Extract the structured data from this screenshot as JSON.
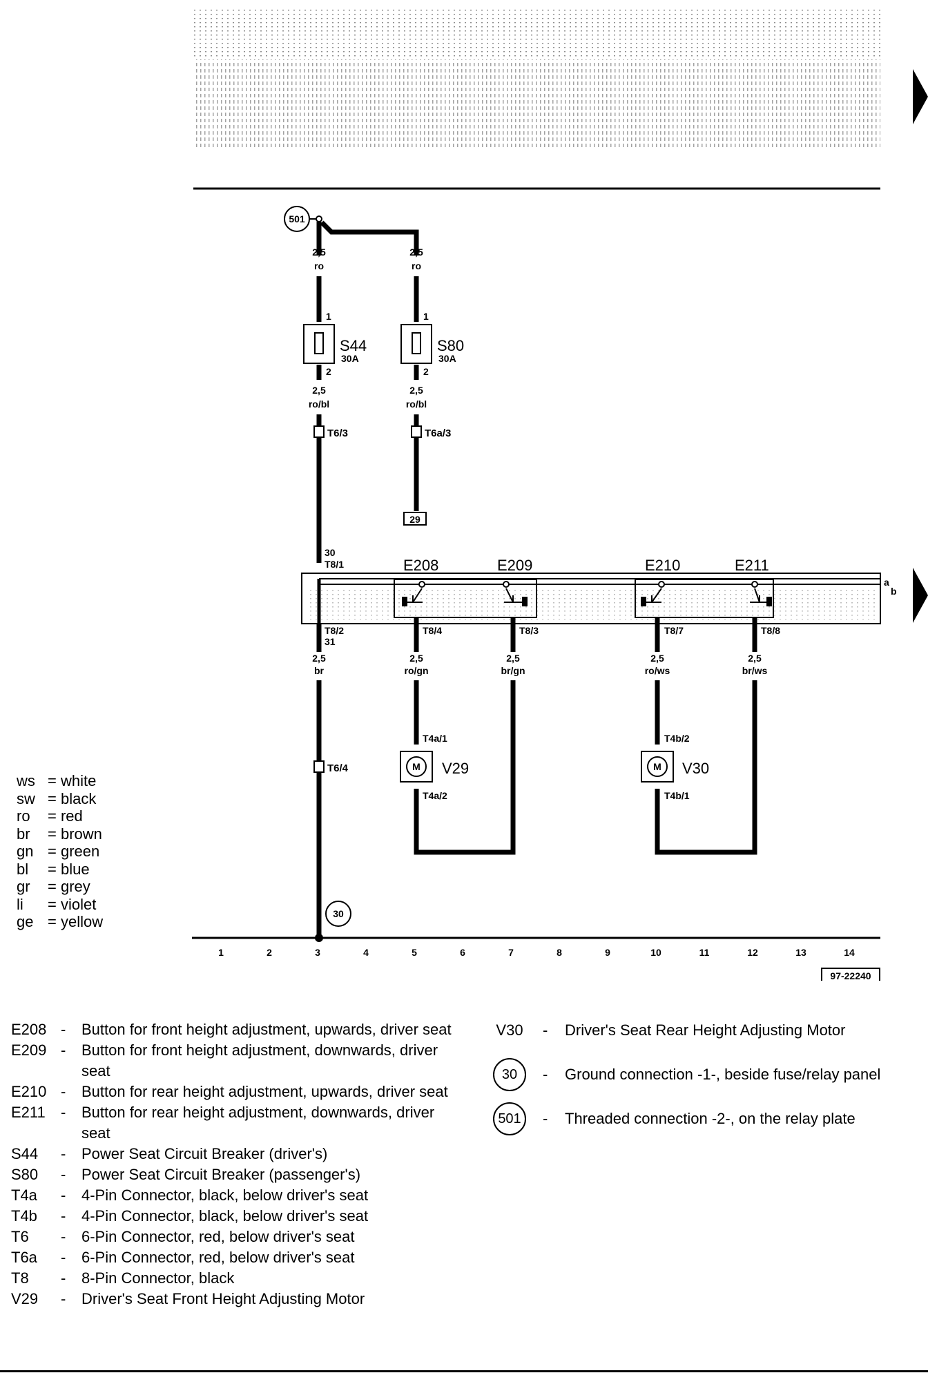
{
  "diagram": {
    "ref_number": "97-22240",
    "ground_scale": [
      "1",
      "2",
      "3",
      "4",
      "5",
      "6",
      "7",
      "8",
      "9",
      "10",
      "11",
      "12",
      "13",
      "14"
    ],
    "terminals": {
      "t501": "501",
      "t30": "30",
      "t29": "29"
    },
    "breakers": {
      "s44": {
        "label": "S44",
        "rating": "30A",
        "pin_in": "1",
        "pin_out": "2"
      },
      "s80": {
        "label": "S80",
        "rating": "30A",
        "pin_in": "1",
        "pin_out": "2"
      }
    },
    "wires": {
      "w1_gauge": "2,5",
      "w1_color": "ro",
      "w2_gauge": "2,5",
      "w2_color": "ro",
      "w3_gauge": "2,5",
      "w3_color": "ro/bl",
      "w4_gauge": "2,5",
      "w4_color": "ro/bl",
      "w5_gauge": "2,5",
      "w5_color": "br",
      "w6_gauge": "2,5",
      "w6_color": "ro/gn",
      "w7_gauge": "2,5",
      "w7_color": "br/gn",
      "w8_gauge": "2,5",
      "w8_color": "ro/ws",
      "w9_gauge": "2,5",
      "w9_color": "br/ws"
    },
    "connectors": {
      "c_t63": "T6/3",
      "c_t6a3": "T6a/3",
      "c_t64": "T6/4",
      "c_t81": "T8/1",
      "c_t82": "T8/2",
      "c_t84": "T8/4",
      "c_t83": "T8/3",
      "c_t87": "T8/7",
      "c_t88": "T8/8",
      "c_t4a1": "T4a/1",
      "c_t4a2": "T4a/2",
      "c_t4b2": "T4b/2",
      "c_t4b1": "T4b/1",
      "pin30": "30",
      "pin31": "31"
    },
    "switches": {
      "e208": "E208",
      "e209": "E209",
      "e210": "E210",
      "e211": "E211"
    },
    "motors": {
      "v29": "V29",
      "v30": "V30",
      "m": "M"
    },
    "bus_labels": {
      "a": "a",
      "b": "b"
    }
  },
  "color_codes": [
    {
      "abbr": "ws",
      "name": "= white"
    },
    {
      "abbr": "sw",
      "name": "= black"
    },
    {
      "abbr": "ro",
      "name": "= red"
    },
    {
      "abbr": "br",
      "name": "= brown"
    },
    {
      "abbr": "gn",
      "name": "= green"
    },
    {
      "abbr": "bl",
      "name": "= blue"
    },
    {
      "abbr": "gr",
      "name": "= grey"
    },
    {
      "abbr": "li",
      "name": "= violet"
    },
    {
      "abbr": "ge",
      "name": "= yellow"
    }
  ],
  "legend_left": [
    {
      "code": "E208",
      "dash": "-",
      "desc": "Button for front height adjustment, upwards, driver seat"
    },
    {
      "code": "E209",
      "dash": "-",
      "desc": "Button for front height adjustment, downwards, driver seat"
    },
    {
      "code": "E210",
      "dash": "-",
      "desc": "Button for rear height adjustment, upwards, driver seat"
    },
    {
      "code": "E211",
      "dash": "-",
      "desc": "Button for rear height adjustment, downwards, driver seat"
    },
    {
      "code": "S44",
      "dash": "-",
      "desc": "Power Seat Circuit Breaker (driver's)"
    },
    {
      "code": "S80",
      "dash": "-",
      "desc": "Power Seat Circuit Breaker (passenger's)"
    },
    {
      "code": "T4a",
      "dash": "-",
      "desc": "4-Pin Connector, black, below driver's seat"
    },
    {
      "code": "T4b",
      "dash": "-",
      "desc": "4-Pin Connector, black, below driver's seat"
    },
    {
      "code": "T6",
      "dash": "-",
      "desc": "6-Pin Connector,  red, below driver's seat"
    },
    {
      "code": "T6a",
      "dash": "-",
      "desc": "6-Pin Connector,  red, below driver's seat"
    },
    {
      "code": "T8",
      "dash": "-",
      "desc": "8-Pin Connector, black"
    },
    {
      "code": "V29",
      "dash": "-",
      "desc": "Driver's Seat Front Height Adjusting Motor"
    }
  ],
  "legend_right": [
    {
      "code": "V30",
      "dash": "-",
      "desc": "Driver's Seat Rear Height Adjusting Motor"
    },
    {
      "code": "30",
      "dash": "-",
      "desc": "Ground connection -1-, beside fuse/relay panel"
    },
    {
      "code": "501",
      "dash": "-",
      "desc": "Threaded connection -2-, on the relay plate"
    }
  ]
}
